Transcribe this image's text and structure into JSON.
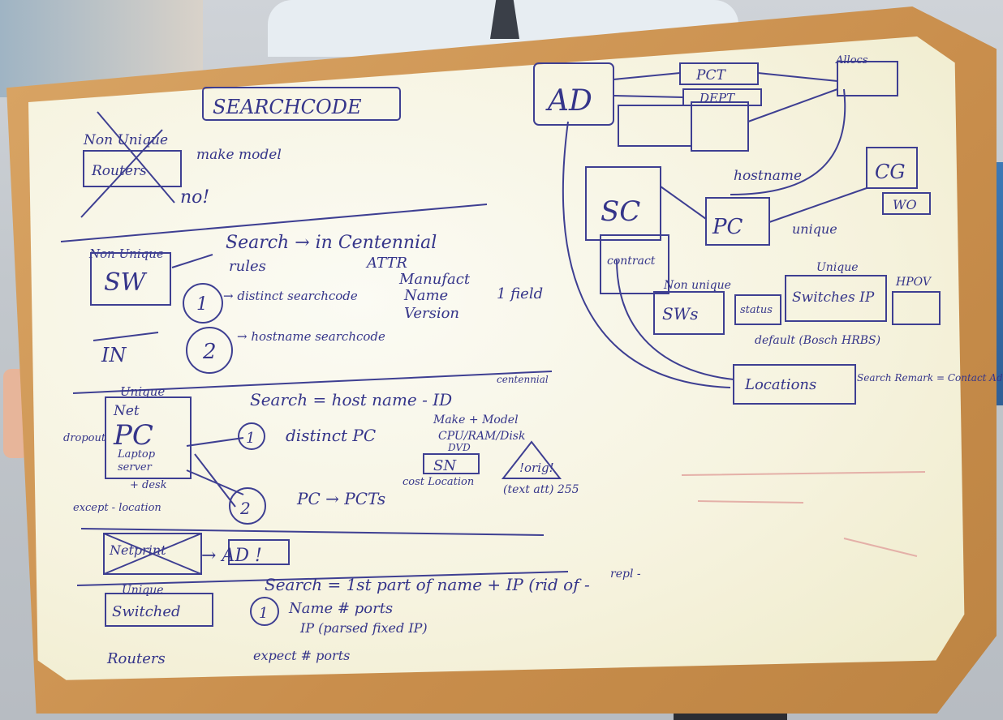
{
  "scene": {
    "description_free": true
  },
  "board": {
    "search_code": "SEARCHCODE",
    "non_unique_top": "Non Unique",
    "routers_crossed": "Routers",
    "make_model": "make model",
    "no_note": "no!",
    "non_unique_sw": "Non Unique",
    "sw_box": "SW",
    "search_in_centennial": "Search → in Centennial",
    "rules": "rules",
    "attr": "ATTR",
    "manufact": "Manufact",
    "name": "Name",
    "version": "Version",
    "one_field": "1 field",
    "option1": "1",
    "distinct_searchcode": "→ distinct searchcode",
    "in_arrow": "IN",
    "option2": "2",
    "hostname_searchcode": "→ hostname searchcode",
    "unique_pc": "Unique",
    "net": "Net",
    "pc_box": "PC",
    "laptop": "Laptop",
    "server": "server",
    "alldesk": "+ desk",
    "dropout": "dropout",
    "search_eq": "Search = host name - ID",
    "centennial_small": "centennial",
    "distinct_pc": "distinct PC",
    "make_model_cpu": "Make + Model",
    "cpu_ram": "CPU/RAM/Disk",
    "dvd": "DVD",
    "sn_box": "SN",
    "cost_location": "cost Location",
    "text_255": "(text att) 255",
    "orig": "!orig!",
    "except_location": "except - location",
    "circle_1b": "1",
    "circle_2b": "2",
    "pc_to_pcts": "PC → PCTs",
    "netprint_crossed": "Netprint",
    "to_ad": "→ AD !",
    "unique_switch": "Unique",
    "switched": "Switched",
    "search_first": "Search = 1st part of name + IP (rid of -",
    "repl": "repl -",
    "circle_1c": "1",
    "name_ports": "Name      # ports",
    "ip_fixed": "IP (parsed fixed IP)",
    "routers_bottom": "Routers",
    "expect_ports": "expect # ports",
    "ad_box": "AD",
    "pct_box": "PCT",
    "dept_box": "DEPT",
    "allocs": "Allocs",
    "hostname_label": "hostname",
    "cg_box": "CG",
    "wo_box": "WO",
    "sc_box": "SC",
    "pc_right": "PC",
    "unique_right": "unique",
    "contract": "contract",
    "non_unique_right": "Non unique",
    "unique_switch_right": "Unique",
    "switches_ip": "Switches IP",
    "sw_right": "SWs",
    "status": "status",
    "hpov": "HPOV",
    "default_note": "default (Bosch HRBS)",
    "locations": "Locations",
    "search_remark": "Search Remark = Contact Addr"
  }
}
